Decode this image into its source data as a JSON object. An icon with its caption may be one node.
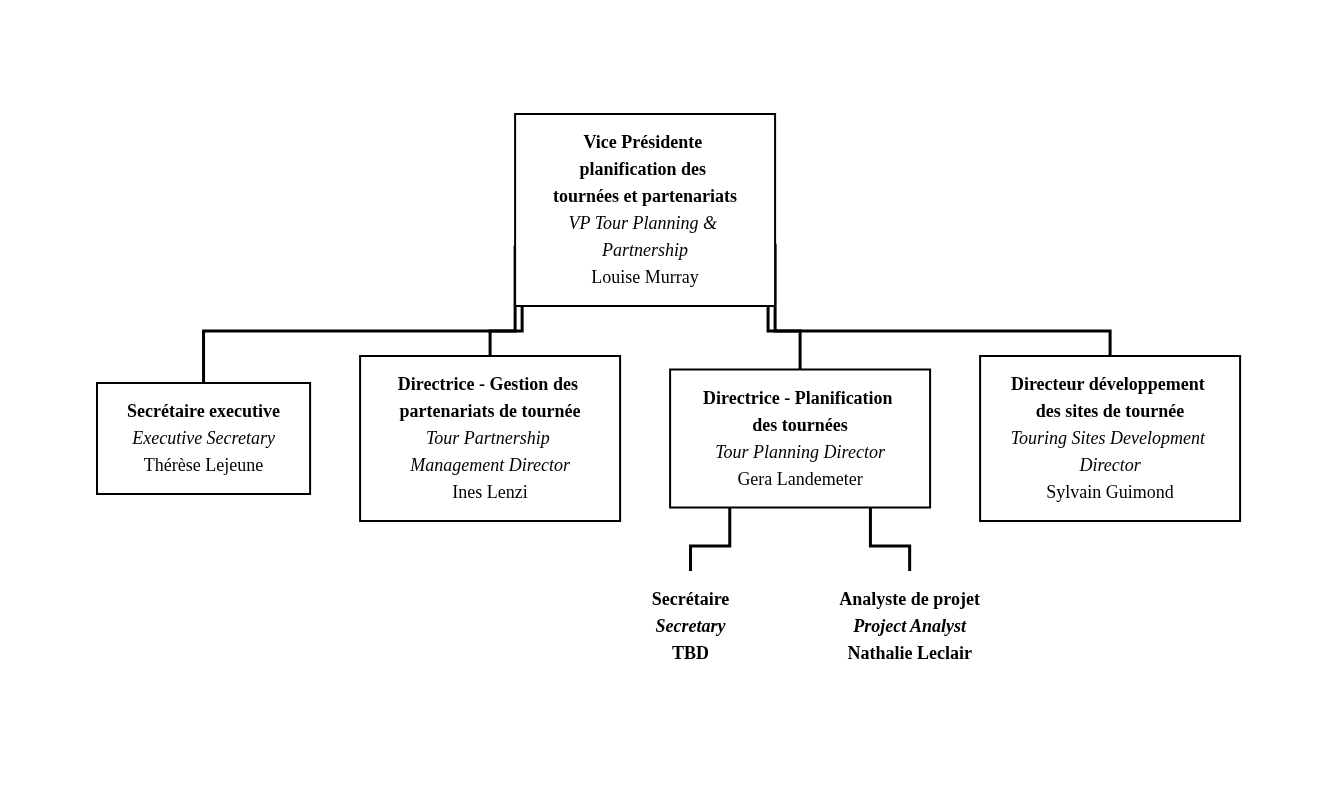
{
  "diagram": {
    "nodes": [
      {
        "text": [
          "Vice Présidente planification des tournées et partenariats",
          "VP Tour Planning & Partnership",
          "Louise Murray"
        ]
      },
      {
        "text": [
          "Secrétaire executive",
          "Executive Secretary",
          "Thérèse Lejeune"
        ]
      },
      {
        "text": [
          "Directrice - Gestion des partenariats de tournée",
          "Tour Partnership Management Director",
          "Ines Lenzi"
        ]
      },
      {
        "text": [
          "Directrice - Planification des tournées",
          "Tour Planning Director",
          "Gera Landemeter"
        ]
      },
      {
        "text": [
          "Directeur développement des sites de tournée",
          "Touring Sites Development Director",
          "Sylvain Guimond"
        ]
      },
      {
        "text": [
          "Secrétaire",
          "Secretary",
          "TBD"
        ]
      },
      {
        "text": [
          "Analyste de projet",
          "Project Analyst",
          "Nathalie Leclair"
        ]
      }
    ],
    "edges": [
      {
        "from": 0,
        "to": 1,
        "arrow": "none"
      },
      {
        "from": 0,
        "to": 2,
        "arrow": "none"
      },
      {
        "from": 0,
        "to": 3,
        "arrow": "none"
      },
      {
        "from": 0,
        "to": 4,
        "arrow": "none"
      },
      {
        "from": 3,
        "to": 5,
        "arrow": "none"
      },
      {
        "from": 3,
        "to": 6,
        "arrow": "none"
      }
    ]
  }
}
